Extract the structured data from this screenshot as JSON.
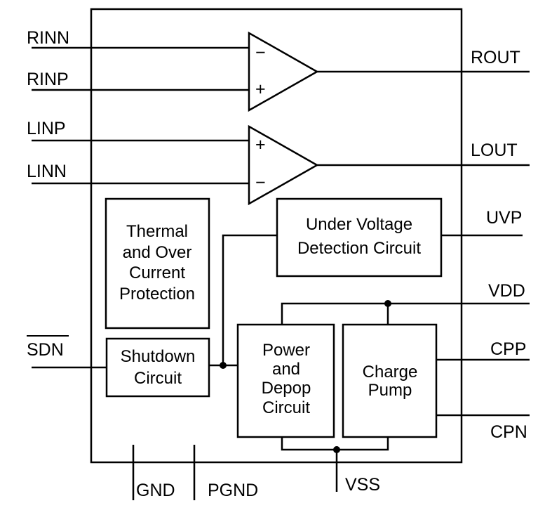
{
  "pins": {
    "rinn": "RINN",
    "rinp": "RINP",
    "linp": "LINP",
    "linn": "LINN",
    "sdn": "SDN",
    "rout": "ROUT",
    "lout": "LOUT",
    "uvp": "UVP",
    "vdd": "VDD",
    "cpp": "CPP",
    "cpn": "CPN",
    "gnd": "GND",
    "pgnd": "PGND",
    "vss": "VSS"
  },
  "amplifiers": {
    "right": {
      "top_sign": "−",
      "bottom_sign": "+"
    },
    "left": {
      "top_sign": "+",
      "bottom_sign": "−"
    }
  },
  "blocks": {
    "thermal": [
      "Thermal",
      "and Over",
      "Current",
      "Protection"
    ],
    "uvd": [
      "Under Voltage",
      "Detection Circuit"
    ],
    "shutdown": [
      "Shutdown",
      "Circuit"
    ],
    "power": [
      "Power",
      "and",
      "Depop",
      "Circuit"
    ],
    "charge_pump": [
      "Charge",
      "Pump"
    ]
  }
}
